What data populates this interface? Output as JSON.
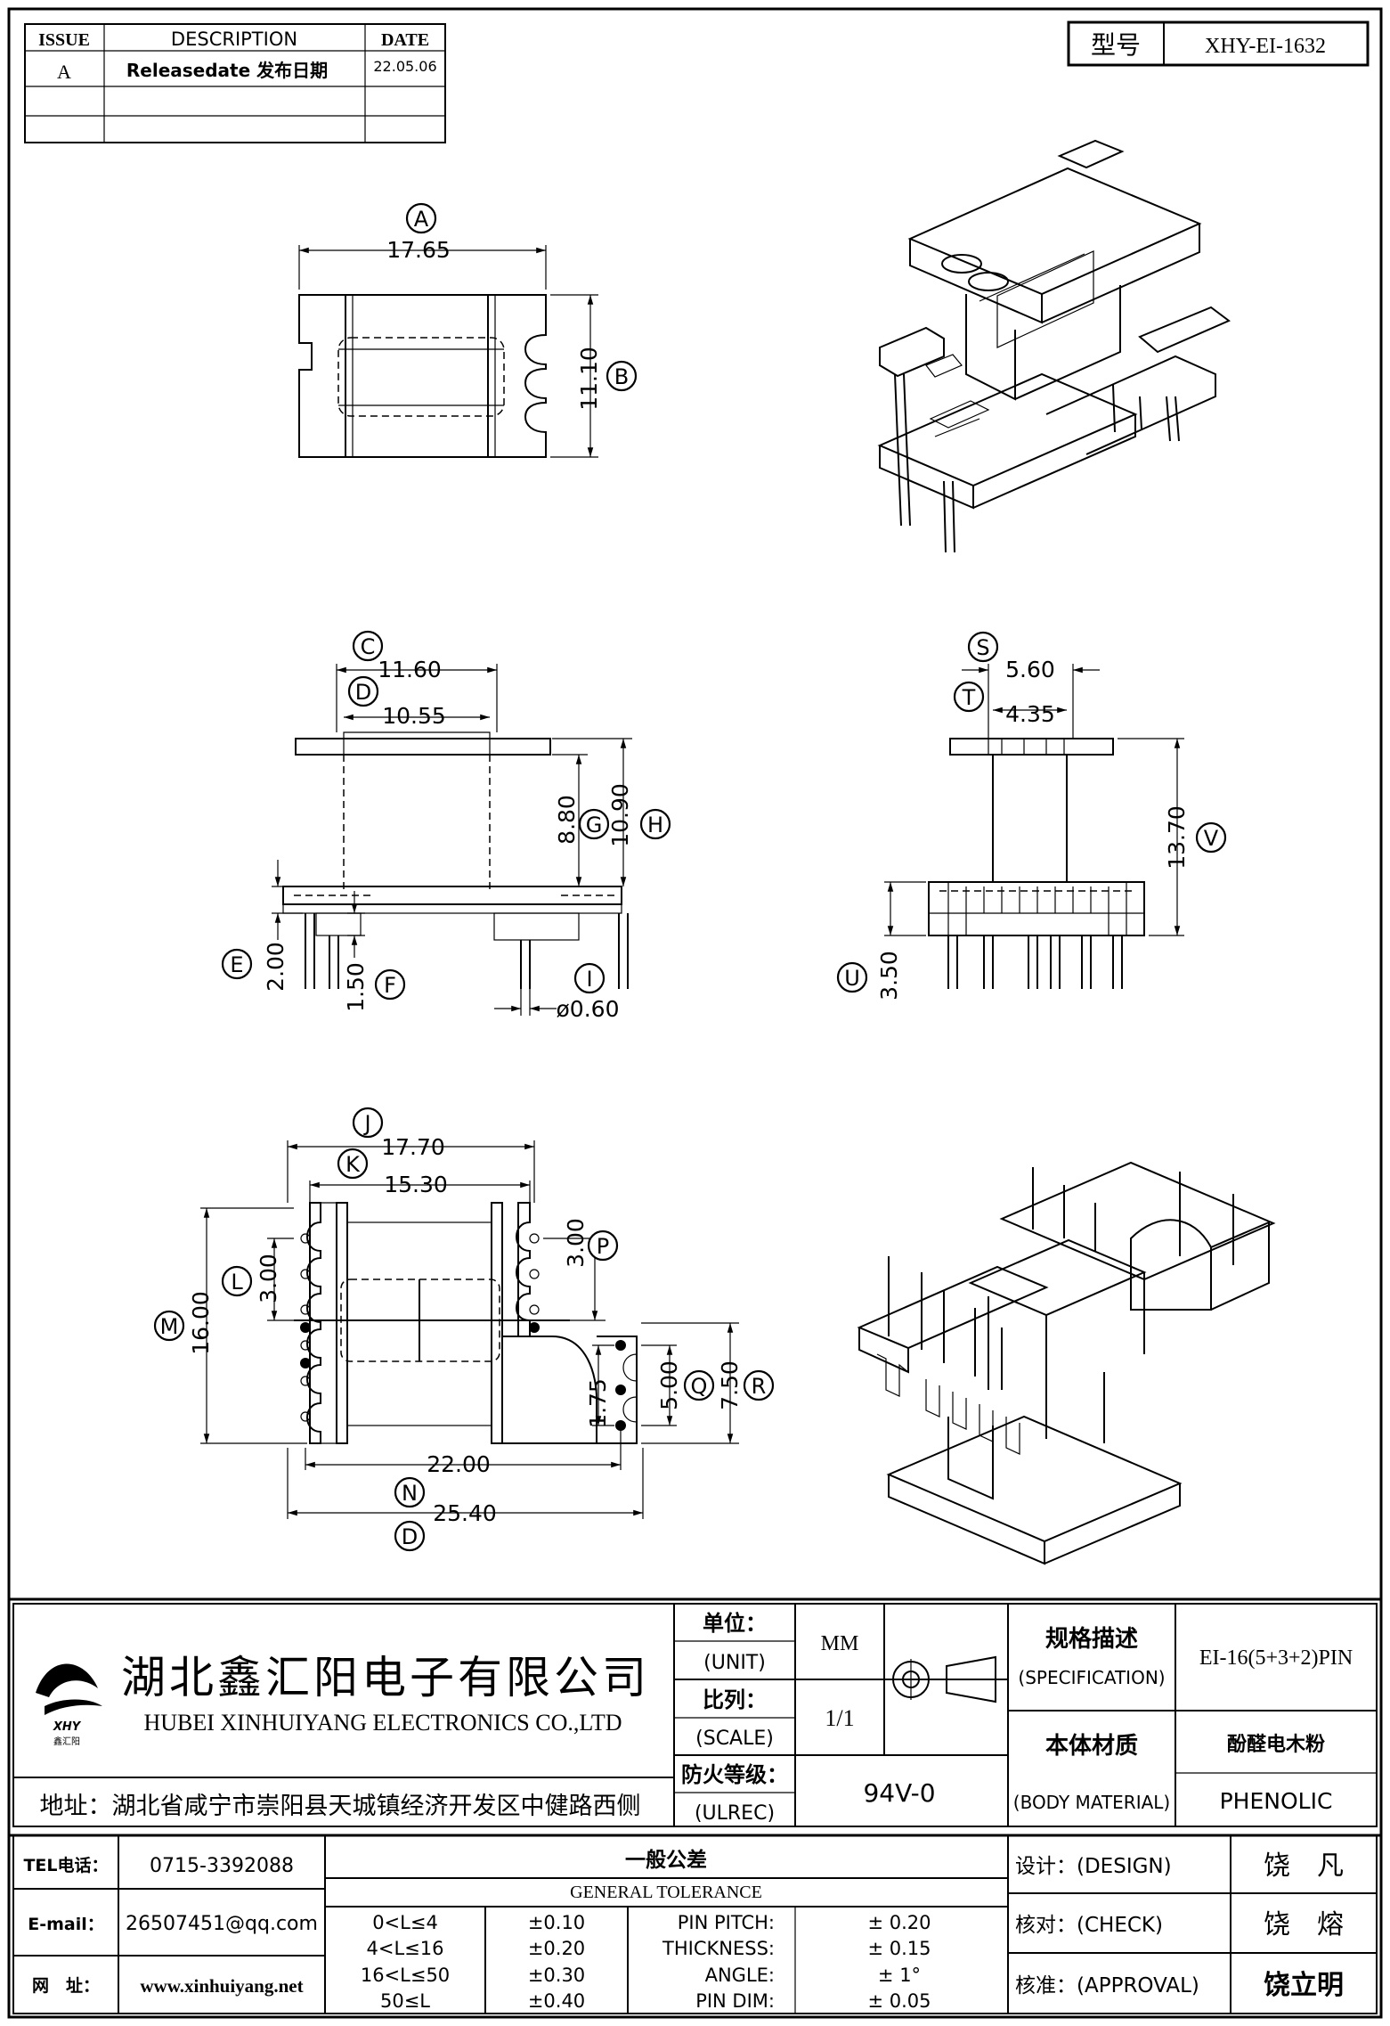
{
  "revision_table": {
    "headers": {
      "issue": "ISSUE",
      "description": "DESCRIPTION",
      "date": "DATE"
    },
    "rows": [
      {
        "issue": "A",
        "description": "Releasedate 发布日期",
        "date": "22.05.06"
      }
    ]
  },
  "model": {
    "label": "型号",
    "value": "XHY-EI-1632"
  },
  "dimensions": {
    "A": {
      "letter": "A",
      "value": "17.65"
    },
    "B": {
      "letter": "B",
      "value": "11.10"
    },
    "C": {
      "letter": "C",
      "value": "11.60"
    },
    "D": {
      "letter": "D",
      "value": "10.55"
    },
    "E": {
      "letter": "E",
      "value": "2.00"
    },
    "F": {
      "letter": "F",
      "value": "1.50"
    },
    "G": {
      "letter": "G",
      "value": "8.80"
    },
    "H": {
      "letter": "H",
      "value": "10.90"
    },
    "I": {
      "letter": "I",
      "value": "ø0.60"
    },
    "S": {
      "letter": "S",
      "value": "5.60"
    },
    "T": {
      "letter": "T",
      "value": "4.35"
    },
    "U": {
      "letter": "U",
      "value": "3.50"
    },
    "V": {
      "letter": "V",
      "value": "13.70"
    },
    "J": {
      "letter": "J",
      "value": "17.70"
    },
    "K": {
      "letter": "K",
      "value": "15.30"
    },
    "L": {
      "letter": "L",
      "value": "3.00"
    },
    "M": {
      "letter": "M",
      "value": "16.00"
    },
    "P": {
      "letter": "P",
      "value": "3.00"
    },
    "Q": {
      "letter": "Q",
      "value": "5.00"
    },
    "R": {
      "letter": "R",
      "value": "7.50"
    },
    "N": {
      "letter": "N",
      "value": "22.00"
    },
    "D2": {
      "letter": "D",
      "value": "25.40"
    },
    "extra": {
      "value": "1.75"
    }
  },
  "company": {
    "name_cn": "湖北鑫汇阳电子有限公司",
    "name_en": "HUBEI XINHUIYANG ELECTRONICS CO.,LTD",
    "address": "地址：湖北省咸宁市崇阳县天城镇经济开发区中健路西侧",
    "logo_text": "XHY",
    "logo_sub": "鑫汇阳"
  },
  "spec_block": {
    "unit_label": "单位：",
    "unit_label_en": "(UNIT)",
    "unit_value": "MM",
    "scale_label": "比列：",
    "scale_label_en": "(SCALE)",
    "scale_value": "1/1",
    "ulrec_label": "防火等级：",
    "ulrec_label_en": "(ULREC)",
    "ulrec_value": "94V-0",
    "spec_label": "规格描述",
    "spec_label_en": "(SPECIFICATION)",
    "spec_value": "EI-16(5+3+2)PIN",
    "material_label": "本体材质",
    "material_label_en": "(BODY MATERIAL)",
    "material_value_cn": "酚醛电木粉",
    "material_value_en": "PHENOLIC"
  },
  "contact": {
    "tel_label": "TEL电话：",
    "tel_value": "0715-3392088",
    "email_label": "E-mail：",
    "email_value": "26507451@qq.com",
    "web_label": "网　址：",
    "web_value": "www.xinhuiyang.net"
  },
  "tolerance": {
    "title_cn": "一般公差",
    "title_en": "GENERAL TOLERANCE",
    "ranges": [
      {
        "range": "0<L≤4",
        "tol": "±0.10"
      },
      {
        "range": "4<L≤16",
        "tol": "±0.20"
      },
      {
        "range": "16<L≤50",
        "tol": "±0.30"
      },
      {
        "range": "50≤L",
        "tol": "±0.40"
      }
    ],
    "items": [
      {
        "label": "PIN PITCH:",
        "tol": "±  0.20"
      },
      {
        "label": "THICKNESS:",
        "tol": "±  0.15"
      },
      {
        "label": "ANGLE:",
        "tol": "±  1°"
      },
      {
        "label": "PIN DIM:",
        "tol": "±  0.05"
      }
    ]
  },
  "approval": {
    "design_label": "设计：(DESIGN)",
    "design_name": "饶　凡",
    "check_label": "核对：(CHECK)",
    "check_name": "饶　熔",
    "approval_label": "核准：(APPROVAL)",
    "approval_name": "饶立明"
  }
}
